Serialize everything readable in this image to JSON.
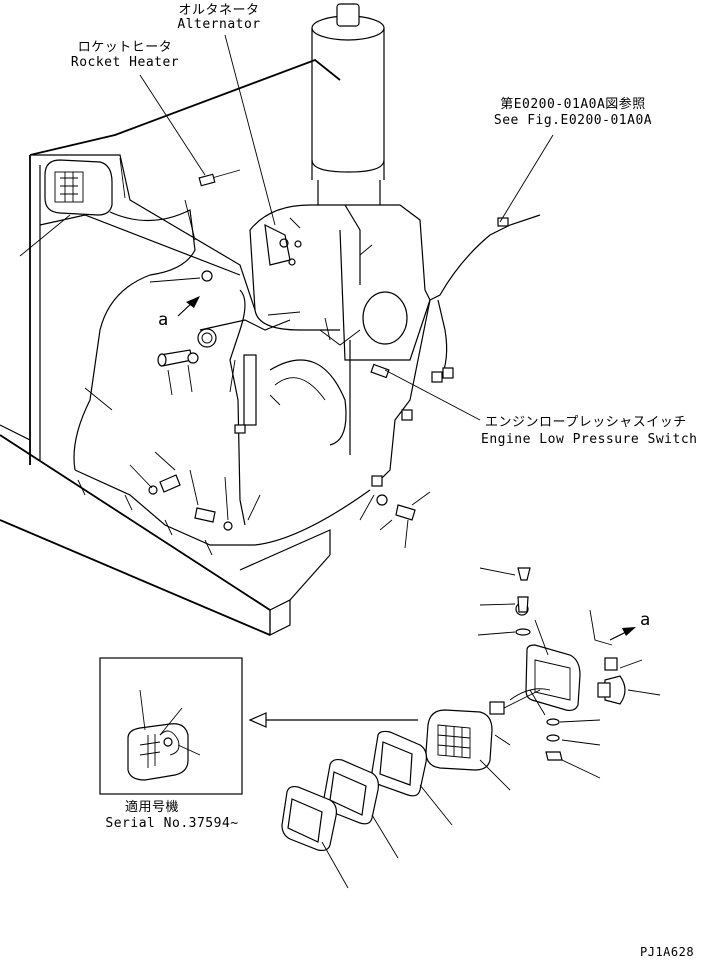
{
  "callouts": {
    "alternator_jp": "オルタネータ",
    "alternator_en": "Alternator",
    "rocket_heater_jp": "ロケットヒータ",
    "rocket_heater_en": "Rocket Heater",
    "see_fig_jp": "第E0200-01A0A図参照",
    "see_fig_en": "See Fig.E0200-01A0A",
    "switch_jp": "エンジンロープレッシャスイッチ",
    "switch_en": "Engine Low Pressure Switch",
    "serial_jp": "適用号機",
    "serial_en": "Serial No.37594~",
    "view_a_1": "a",
    "view_a_2": "a"
  },
  "drawing_code": "PJ1A628"
}
